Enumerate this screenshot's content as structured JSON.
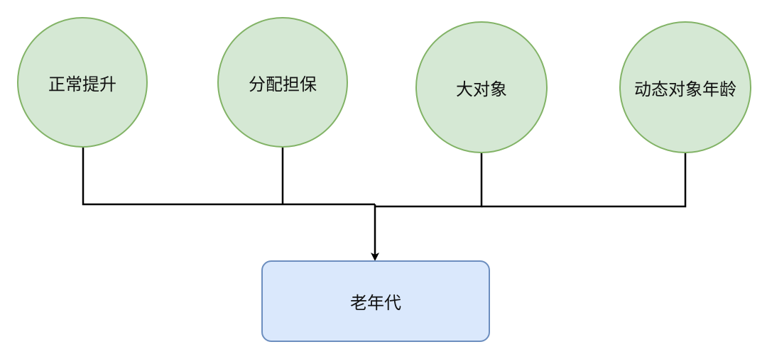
{
  "sources": [
    {
      "label": "正常提升"
    },
    {
      "label": "分配担保"
    },
    {
      "label": "大对象"
    },
    {
      "label": "动态对象年龄"
    }
  ],
  "target": {
    "label": "老年代"
  },
  "colors": {
    "circle_fill": "#d5e8d4",
    "circle_stroke": "#82b366",
    "box_fill": "#dae8fc",
    "box_stroke": "#6c8ebf",
    "line": "#000000"
  }
}
